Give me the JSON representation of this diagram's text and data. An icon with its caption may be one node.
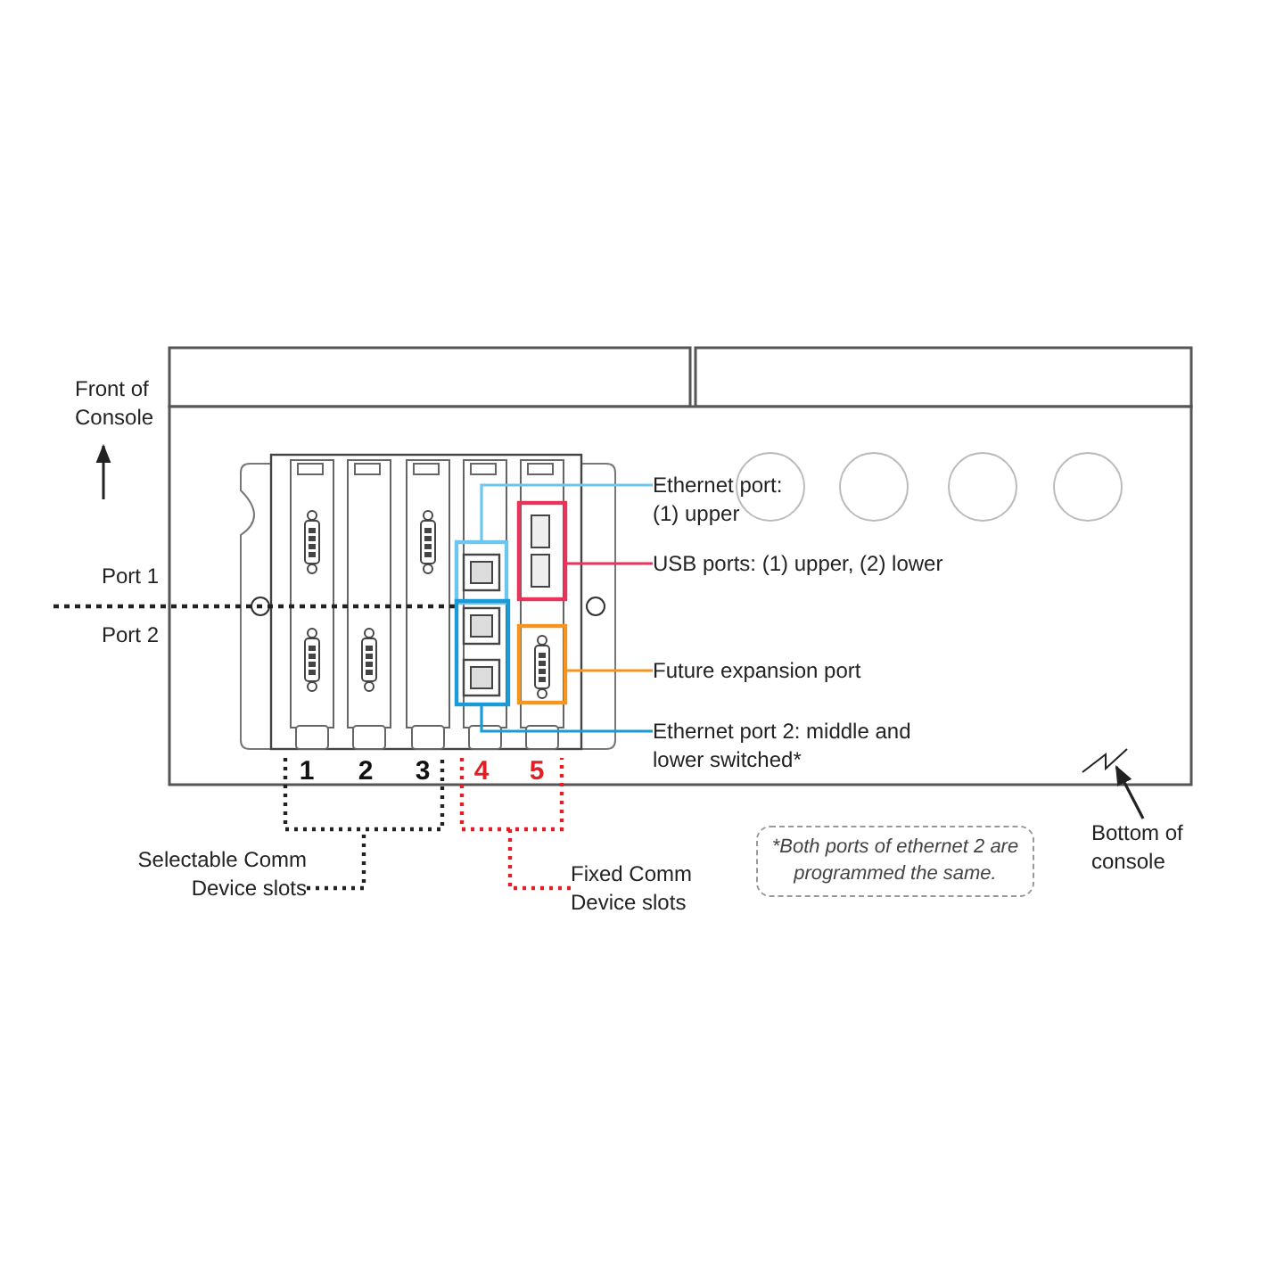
{
  "diagram": {
    "nodes": [
      {
        "text": [
          "Ethernet port: (1) upper"
        ]
      },
      {
        "text": [],
        "shape": "box"
      },
      {
        "text": [
          "USB ports: (1) upper, (2) lower"
        ]
      },
      {
        "text": [],
        "shape": "box"
      },
      {
        "text": [
          "Future expansion port"
        ]
      },
      {
        "text": [],
        "shape": "box"
      },
      {
        "text": [
          "Ethernet port 2: middle and lower switched*"
        ]
      },
      {
        "text": [],
        "shape": "box"
      },
      {
        "text": [
          "Selectable Comm Device slots"
        ]
      },
      {
        "text": [
          "Fixed Comm Device slots"
        ]
      },
      {
        "text": [
          "Bottom of console"
        ]
      },
      {
        "text": [
          "*Both ports of ethernet 2 are programmed the same."
        ]
      },
      {
        "text": [],
        "shape": "bracket"
      },
      {
        "text": [],
        "shape": "bracket"
      }
    ],
    "edges": [
      {
        "from": 0,
        "to": 1,
        "arrow": "none",
        "color": "#6ec6ee"
      },
      {
        "from": 2,
        "to": 3,
        "arrow": "none",
        "color": "#e8335a"
      },
      {
        "from": 4,
        "to": 5,
        "arrow": "none",
        "color": "#f7941d"
      },
      {
        "from": 6,
        "to": 7,
        "arrow": "none",
        "color": "#1a9ad6"
      },
      {
        "from": 8,
        "to": 12,
        "arrow": "none",
        "style": "dashed"
      },
      {
        "from": 9,
        "to": 13,
        "arrow": "none",
        "style": "dashed",
        "color": "#e31e24"
      },
      {
        "from": 10,
        "to": null,
        "arrow": "to"
      }
    ],
    "labels": [
      "Front of Console",
      "Port 1",
      "Port 2",
      "1",
      "2",
      "3",
      "4",
      "5"
    ]
  }
}
